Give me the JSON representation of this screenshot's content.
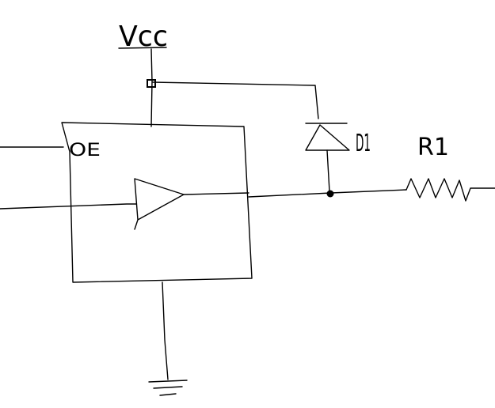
{
  "labels": {
    "vcc": "Vcc",
    "output_enable": "OE",
    "diode": "D1",
    "resistor": "R1"
  },
  "colors": {
    "ink": "#000000",
    "background": "#ffffff"
  }
}
